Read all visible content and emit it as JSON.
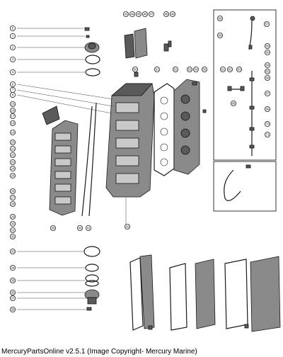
{
  "callouts": {
    "c1": "5",
    "c2": "1",
    "c3": "2",
    "c4": "3",
    "c5": "4",
    "c6": "6",
    "c7": "7",
    "c8": "8",
    "c9": "15",
    "c10": "16",
    "c11": "17",
    "c12": "18",
    "c13": "19",
    "c14": "20",
    "c15": "21",
    "c16": "22",
    "c17": "23",
    "c18": "24",
    "c19": "25",
    "c20": "26",
    "c21": "27",
    "c22": "28",
    "c23": "29",
    "c24": "30",
    "c25": "31",
    "c26": "32",
    "c27": "33",
    "c28": "34",
    "c29": "35",
    "c30": "36",
    "c31": "37",
    "c32": "38",
    "c33": "39",
    "c34": "40",
    "c35": "41",
    "c36": "42",
    "c37": "43",
    "c38": "44",
    "c39": "45",
    "c40": "46",
    "c41": "47",
    "c42": "48",
    "c43": "49",
    "c44": "50",
    "c45": "51",
    "c46": "52",
    "c47": "53",
    "c48": "54",
    "c49": "55",
    "c50": "56",
    "c51": "57",
    "c52": "58",
    "c53": "59",
    "c54": "60",
    "c55": "61",
    "c56": "62",
    "c57": "63",
    "c58": "64",
    "c59": "65",
    "c60": "66",
    "c61": "67",
    "c62": "68",
    "c63": "69",
    "c64": "70",
    "c65": "71"
  },
  "footer": {
    "copyright": "MercuryPartsOnline v2.5.1 (Image Copyright- Mercury Marine)"
  }
}
